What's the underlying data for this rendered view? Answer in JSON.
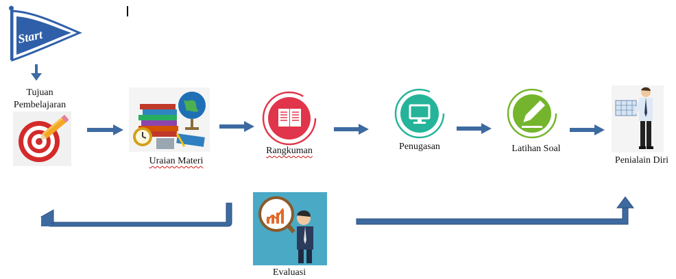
{
  "flow": {
    "start_flag_text": "Start",
    "steps": [
      {
        "id": "tujuan",
        "label_lines": [
          "Tujuan",
          "Pembelajaran"
        ],
        "icon": "target-with-pencil-icon"
      },
      {
        "id": "uraian",
        "label": "Uraian Materi",
        "icon": "books-globe-clock-icon"
      },
      {
        "id": "rangkuman",
        "label": "Rangkuman",
        "icon": "document-circle-icon"
      },
      {
        "id": "penugasan",
        "label": "Penugasan",
        "icon": "monitor-circle-icon"
      },
      {
        "id": "latihan",
        "label": "Latihan Soal",
        "icon": "pencil-circle-icon"
      },
      {
        "id": "penilaian",
        "label": "Penialain Diri",
        "icon": "businessman-chart-icon"
      }
    ],
    "evaluation": {
      "label": "Evaluasi",
      "icon": "magnifier-man-chart-icon"
    }
  },
  "colors": {
    "arrow": "#3d6aa0",
    "arrow_outline": "#2b4f7d",
    "target_red": "#d42a2a",
    "rangkuman_red": "#e0354a",
    "penugasan_teal": "#25b49a",
    "latihan_green": "#74b52d",
    "evaluasi_bg": "#4aa9c5",
    "flag_blue": "#2f5fa8"
  }
}
